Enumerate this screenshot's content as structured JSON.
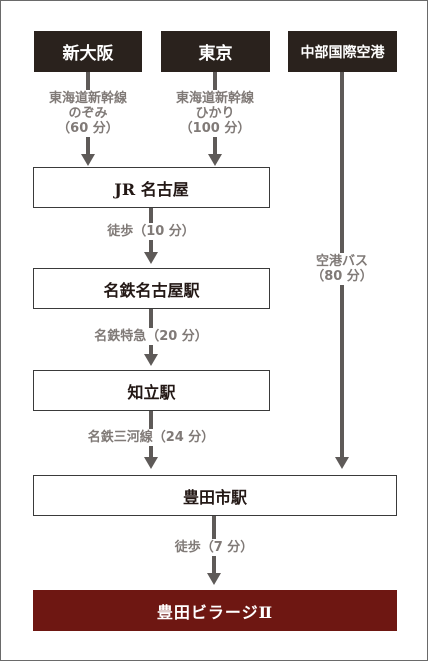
{
  "origins": {
    "shin_osaka": "新大阪",
    "tokyo": "東京",
    "chubu_airport": "中部国際空港"
  },
  "routes": {
    "from_shin_osaka": [
      "東海道新幹線",
      "のぞみ",
      "（60 分）"
    ],
    "from_tokyo": [
      "東海道新幹線",
      "ひかり",
      "（100 分）"
    ],
    "from_airport": [
      "空港バス",
      "（80 分）"
    ],
    "walk_to_meitetsu": "徒歩（10 分）",
    "meitetsu_express": "名鉄特急（20 分）",
    "meitetsu_mikawa": "名鉄三河線（24 分）",
    "walk_to_destination": "徒歩（7 分）"
  },
  "stations": {
    "jr_nagoya": "JR 名古屋",
    "meitetsu_nagoya": "名鉄名古屋駅",
    "chiryu": "知立駅",
    "toyotashi": "豊田市駅"
  },
  "destination": "豊田ビラージⅡ",
  "colors": {
    "origin_bg": "#2a221d",
    "destination_bg": "#6e1712",
    "line": "#5e5a58",
    "label_text": "#807a77"
  }
}
